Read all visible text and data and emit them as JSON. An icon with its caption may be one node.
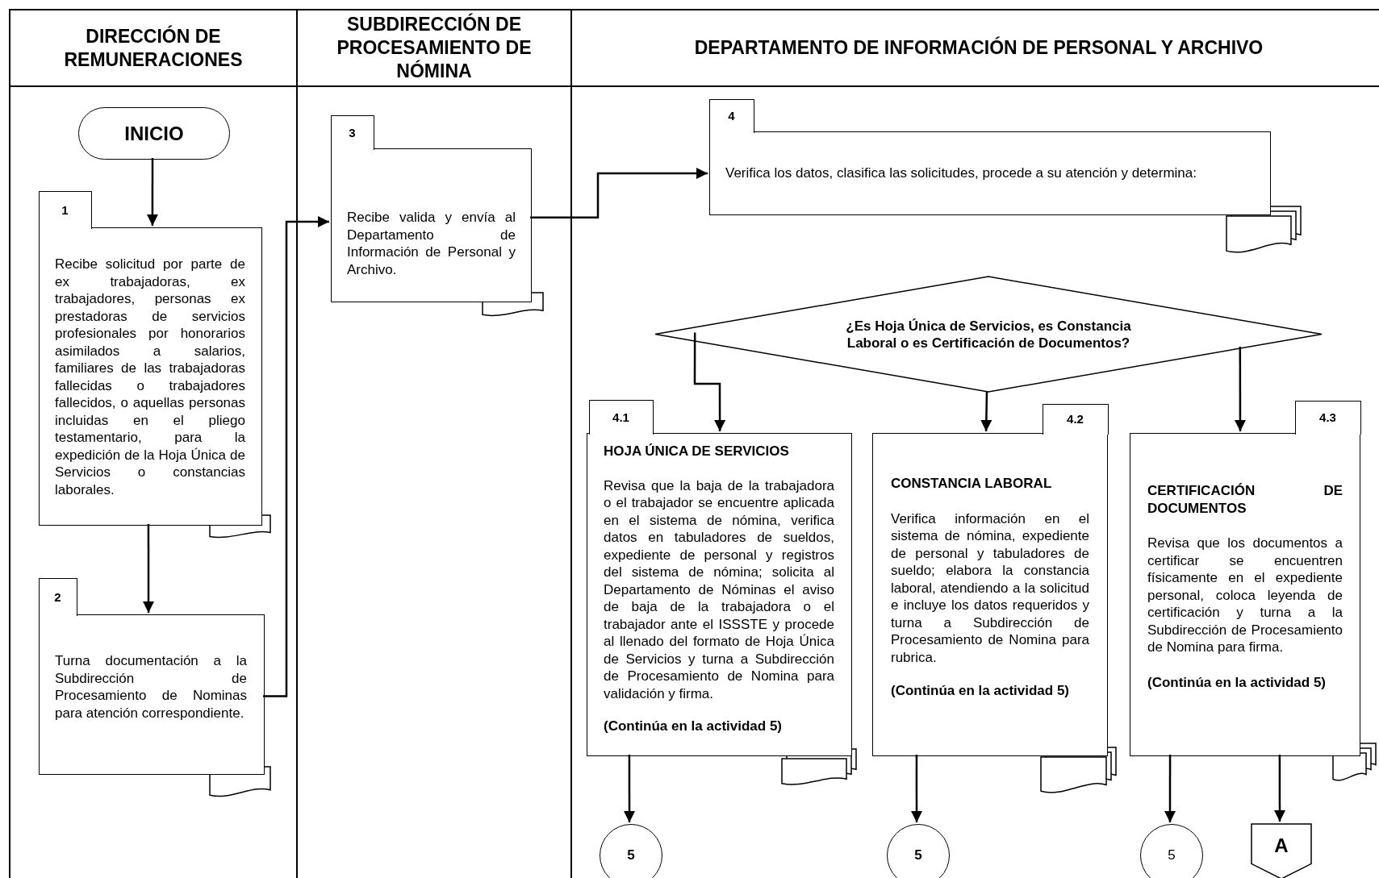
{
  "diagram": {
    "nodes": [
      {
        "text": [
          "DIRECCIÓN DE REMUNERACIONES"
        ]
      },
      {
        "text": [
          "SUBDIRECCIÓN DE PROCESAMIENTO DE NÓMINA"
        ]
      },
      {
        "text": [
          "DEPARTAMENTO DE INFORMACIÓN DE PERSONAL Y ARCHIVO"
        ]
      },
      {
        "text": [
          "INICIO"
        ],
        "in": 0
      },
      {
        "text": [
          "1",
          "Recibe solicitud por parte de ex trabajadoras, ex trabajadores, personas ex prestadoras de servicios profesionales por honorarios asimilados a salarios, familiares de las trabajadoras fallecidas o trabajadores fallecidos, o aquellas personas incluidas en el pliego testamentario, para la expedición de la Hoja Única de Servicios o constancias laborales."
        ],
        "in": 0
      },
      {
        "text": [
          "2",
          "Turna documentación a la Subdirección de Procesamiento de Nominas para atención correspondiente."
        ],
        "in": 0
      },
      {
        "text": [
          "3",
          "Recibe valida y envía al Departamento de Información de Personal y Archivo."
        ],
        "in": 1
      },
      {
        "text": [
          "4",
          "Verifica los datos, clasifica las solicitudes, procede a su atención y determina:"
        ],
        "in": 2
      },
      {
        "text": [
          "¿Es Hoja Única de Servicios, es Constancia Laboral o es Certificación de Documentos?"
        ],
        "in": 2
      },
      {
        "text": [
          "4.1",
          "HOJA ÚNICA DE SERVICIOS",
          "Revisa que la baja de la trabajadora o el trabajador se encuentre aplicada en el sistema de nómina, verifica datos en tabuladores de sueldos, expediente de personal y registros del sistema de nómina; solicita al Departamento de Nóminas el aviso de baja de la trabajadora o el trabajador ante el ISSSTE y procede al llenado del formato de Hoja Única de Servicios y turna a Subdirección de Procesamiento de Nomina para validación y firma.",
          "(Continúa en la actividad 5)"
        ],
        "in": 2
      },
      {
        "text": [
          "4.2",
          "CONSTANCIA LABORAL",
          "Verifica información en el sistema de nómina, expediente de personal y tabuladores de sueldo; elabora la constancia laboral, atendiendo a la solicitud e incluye los datos requeridos y turna a Subdirección de Procesamiento de Nomina para rubrica.",
          "(Continúa en la actividad 5)"
        ],
        "in": 2
      },
      {
        "text": [
          "4.3",
          "CERTIFICACIÓN DE DOCUMENTOS",
          "Revisa que los documentos a certificar se encuentren físicamente en el expediente personal, coloca leyenda de certificación y turna a la Subdirección de Procesamiento de Nomina para firma.",
          "(Continúa en la actividad 5)"
        ],
        "in": 2
      },
      {
        "text": [
          "5"
        ],
        "in": 2
      },
      {
        "text": [
          "5"
        ],
        "in": 2
      },
      {
        "text": [
          "5"
        ],
        "in": 2
      },
      {
        "text": [
          "A"
        ],
        "in": 2
      },
      {
        "text": [],
        "shape": "document",
        "in": 0
      },
      {
        "text": [],
        "shape": "document",
        "in": 0
      },
      {
        "text": [],
        "shape": "document",
        "in": 1
      },
      {
        "text": [],
        "shape": "document",
        "in": 2
      },
      {
        "text": [],
        "shape": "document",
        "in": 2
      },
      {
        "text": [],
        "shape": "document",
        "in": 2
      },
      {
        "text": [],
        "shape": "document",
        "in": 2
      }
    ],
    "edges": [
      {
        "from": 3,
        "to": 4,
        "arrow": "to"
      },
      {
        "from": 4,
        "to": 5,
        "arrow": "to"
      },
      {
        "from": 5,
        "to": 6,
        "arrow": "to"
      },
      {
        "from": 6,
        "to": 7,
        "arrow": "to"
      },
      {
        "from": 8,
        "to": 9,
        "arrow": "to"
      },
      {
        "from": 8,
        "to": 10,
        "arrow": "to"
      },
      {
        "from": 8,
        "to": 11,
        "arrow": "to"
      },
      {
        "from": 9,
        "to": 12,
        "arrow": "to"
      },
      {
        "from": 10,
        "to": 13,
        "arrow": "to"
      },
      {
        "from": 11,
        "to": 14,
        "arrow": "to"
      },
      {
        "from": 11,
        "to": 15,
        "arrow": "to"
      }
    ]
  }
}
